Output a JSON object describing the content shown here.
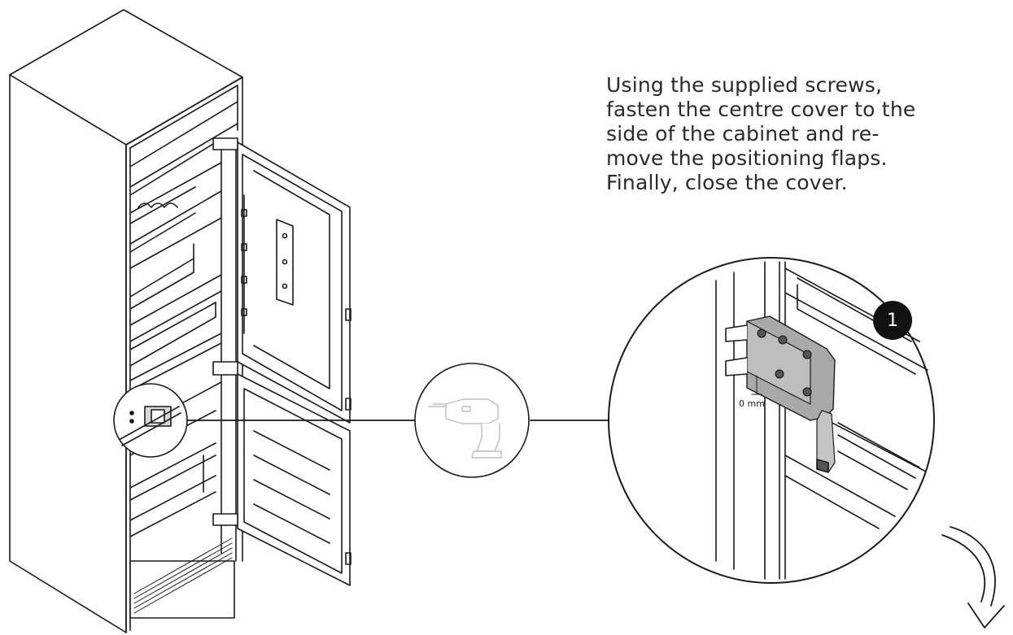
{
  "instruction": {
    "lines": [
      "Using the supplied screws,",
      "fasten the centre cover to the",
      "side of the cabinet and re-",
      "move the positioning flaps.",
      "Finally, close the cover."
    ]
  },
  "detail": {
    "step_number": "1",
    "gap_label": "0 mm"
  },
  "icons": {
    "tool": "drill-icon",
    "direction": "curved-arrow-down-icon"
  },
  "colors": {
    "line": "#1a1a1a",
    "bracket": "#a9a9a9",
    "badge": "#111111"
  }
}
